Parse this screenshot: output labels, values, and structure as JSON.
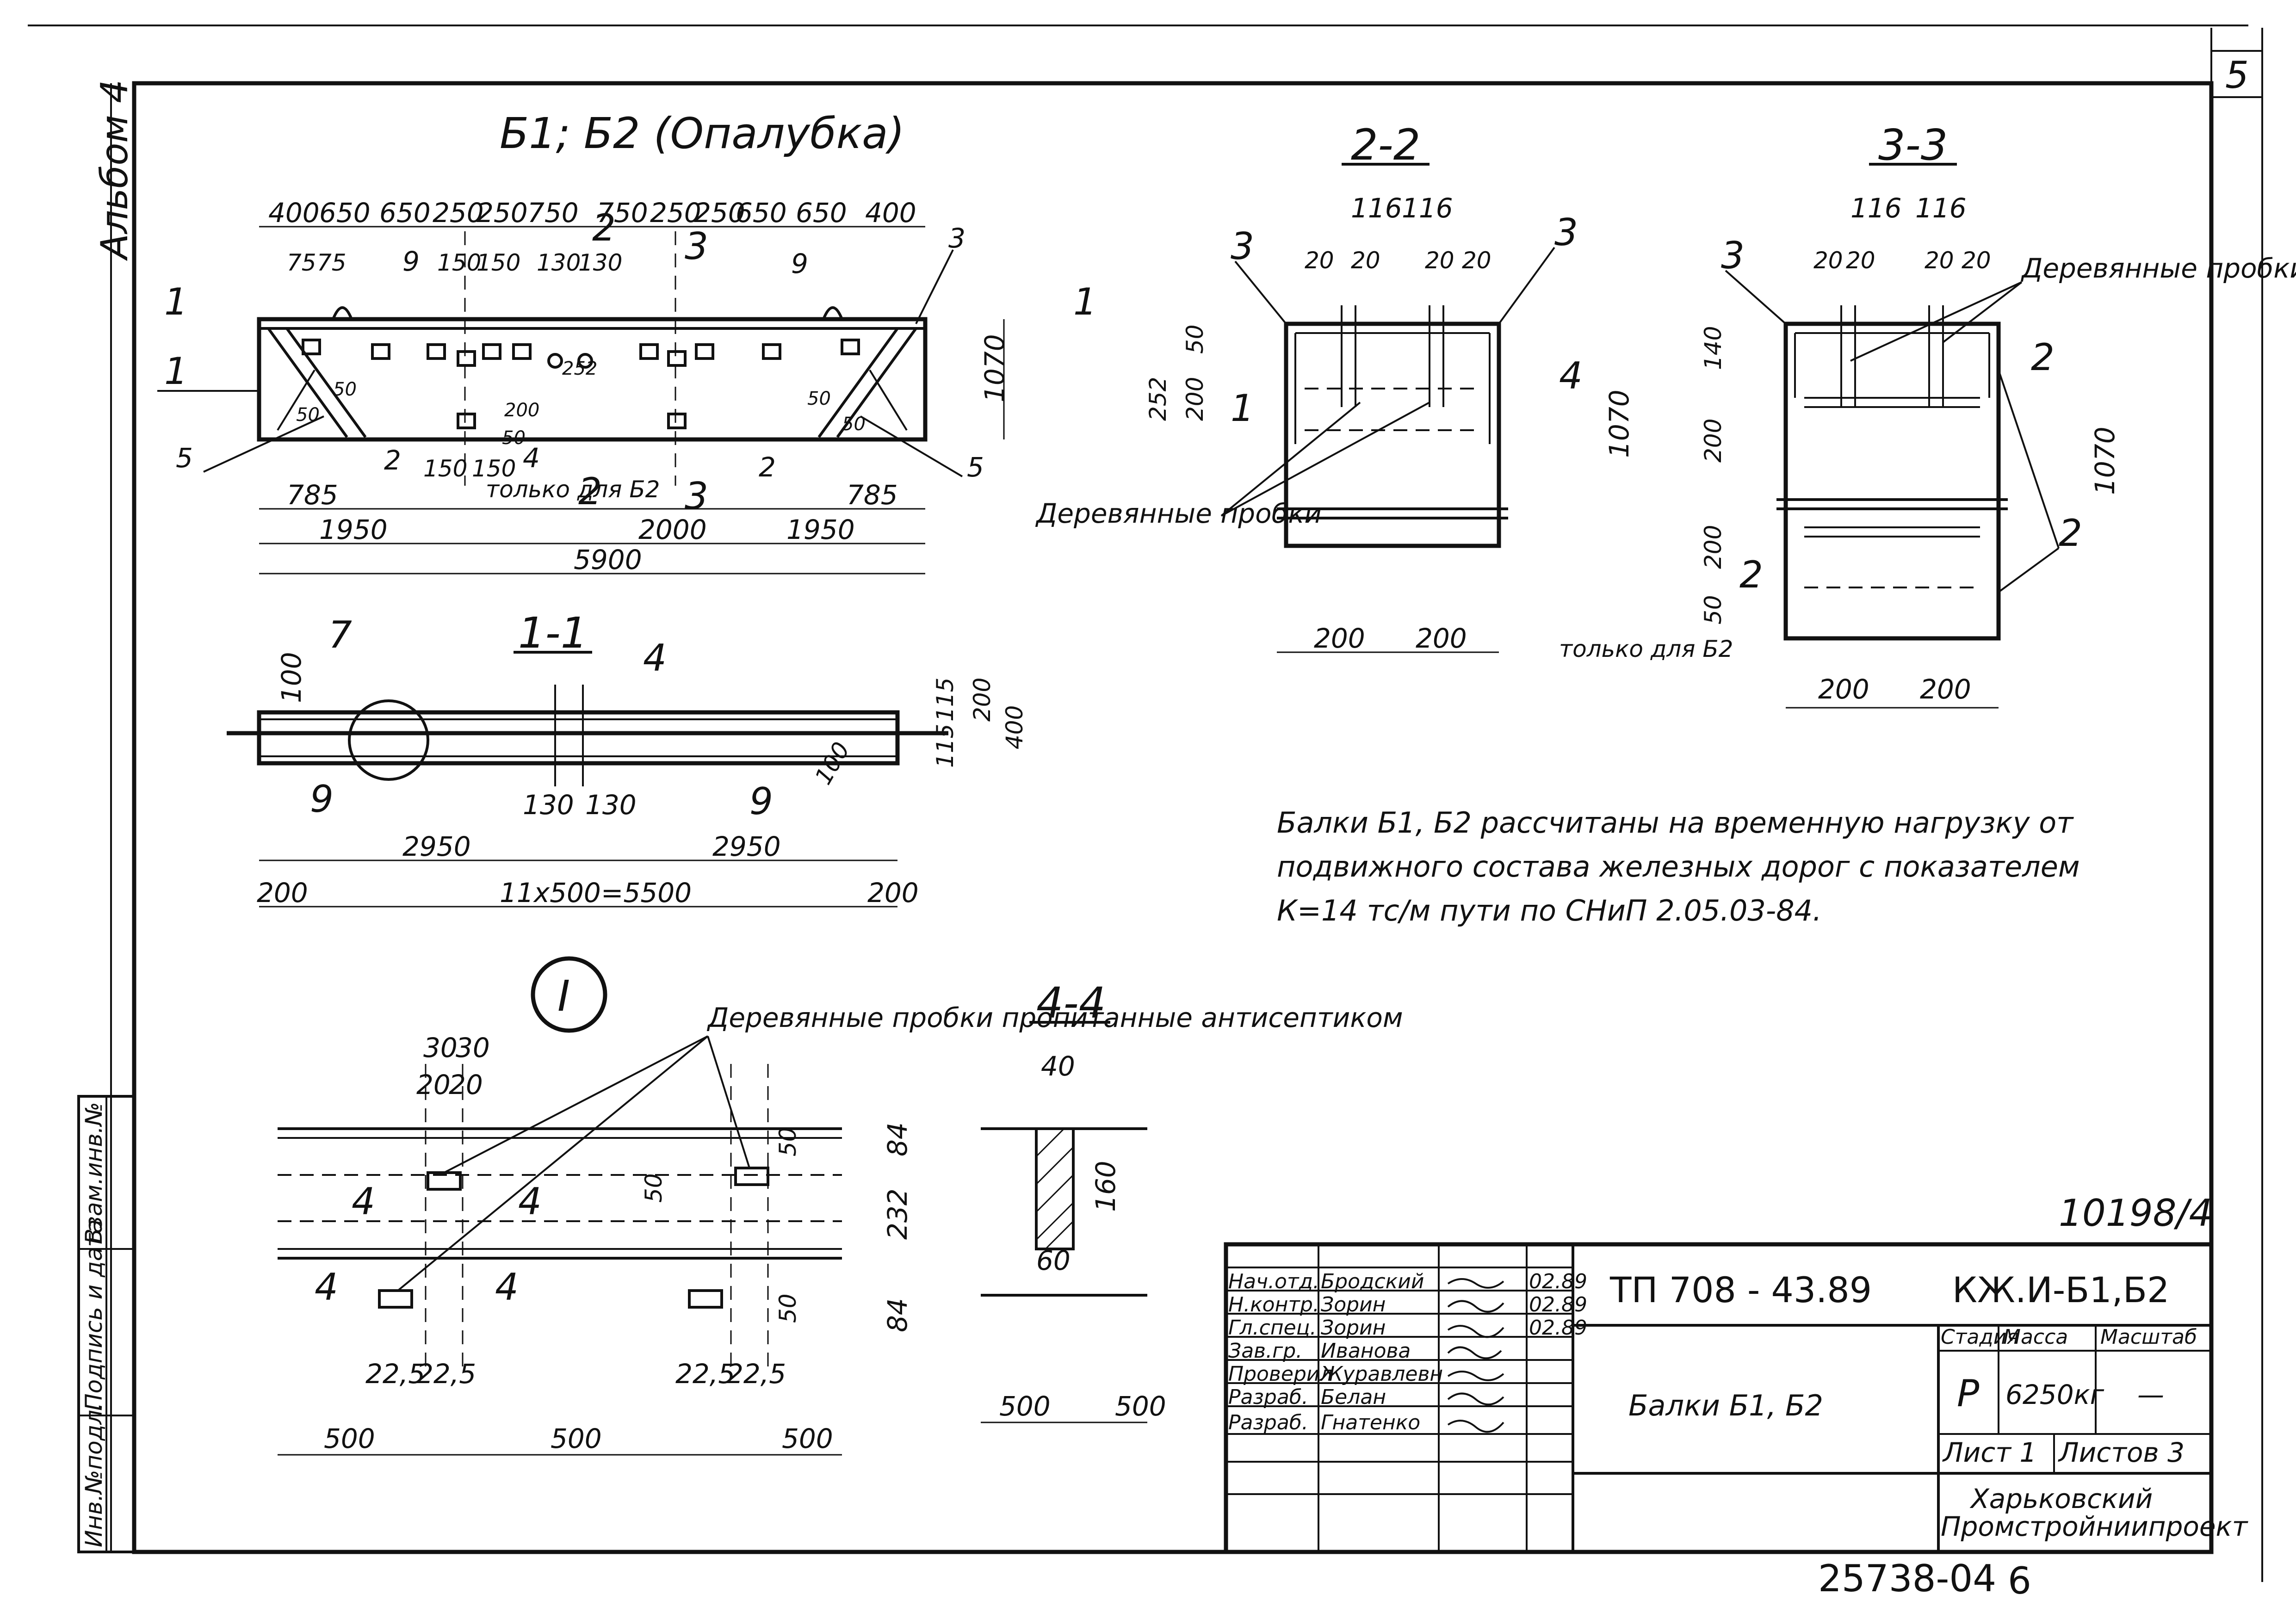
{
  "sheet": {
    "sheet_number": "5",
    "album_label": "Альбом 4",
    "archive_code": "10198/4",
    "bottom_number": "25738-04",
    "bottom_page": "6",
    "side_stamp": [
      "Инв.№подл.",
      "Подпись и дата",
      "Взам.инв.№"
    ]
  },
  "views": {
    "formwork": {
      "title": "Б1; Б2 (Опалубка)",
      "top_dims": [
        "400",
        "650",
        "650",
        "250",
        "250",
        "750",
        "750",
        "250",
        "250",
        "650",
        "650",
        "400"
      ],
      "small_dims": [
        "75",
        "75",
        "150",
        "150",
        "130",
        "130"
      ],
      "bottom_dims": [
        "785",
        "1950",
        "2000",
        "1950",
        "785",
        "5900"
      ],
      "inner_dims": [
        "150",
        "150",
        "50",
        "200",
        "252",
        "50",
        "50",
        "50",
        "50"
      ],
      "height": "1070",
      "section_marks": [
        "1",
        "1",
        "2",
        "2",
        "3",
        "3"
      ],
      "positions": [
        "1",
        "2",
        "2",
        "3",
        "4",
        "5",
        "5",
        "9",
        "9"
      ],
      "note_b2": "только для Б2"
    },
    "section_1_1": {
      "title": "1-1",
      "dims": [
        "100",
        "130",
        "130",
        "2950",
        "2950",
        "200",
        "11х500=5500",
        "200",
        "100",
        "115",
        "200",
        "400",
        "115"
      ],
      "positions": [
        "7",
        "4",
        "9",
        "9"
      ]
    },
    "section_2_2": {
      "title": "2-2",
      "dims": [
        "116",
        "116",
        "20",
        "20",
        "20",
        "20",
        "50",
        "200",
        "252",
        "1070",
        "200",
        "200"
      ],
      "positions": [
        "3",
        "3",
        "1",
        "4"
      ],
      "label_plugs": "Деревянные пробки",
      "note_b2": "только для Б2"
    },
    "section_3_3": {
      "title": "3-3",
      "dims": [
        "116",
        "116",
        "20",
        "20",
        "20",
        "20",
        "140",
        "200",
        "200",
        "50",
        "1070",
        "200",
        "200"
      ],
      "positions": [
        "3",
        "2",
        "2",
        "2"
      ],
      "label_plugs": "Деревянные пробки"
    },
    "detail_I": {
      "title": "I",
      "dims": [
        "30",
        "30",
        "20",
        "20",
        "84",
        "232",
        "84",
        "50",
        "50",
        "50",
        "22,5",
        "22,5",
        "22,5",
        "22,5",
        "500",
        "500",
        "500"
      ],
      "section_marks": [
        "4",
        "4",
        "4",
        "4"
      ],
      "label_plugs": "Деревянные пробки пропитанные антисептиком"
    },
    "section_4_4": {
      "title": "4-4",
      "dims": [
        "40",
        "160",
        "60",
        "500",
        "500"
      ]
    }
  },
  "note": {
    "lines": [
      "Балки Б1, Б2 рассчитаны на временную нагрузку от",
      "подвижного состава железных дорог с показателем",
      "К=14 тс/м пути по СНиП 2.05.03-84."
    ]
  },
  "title_block": {
    "rows": [
      {
        "role": "Нач.отд.",
        "name": "Бродский",
        "date": "02.89"
      },
      {
        "role": "Н.контр.",
        "name": "Зорин",
        "date": "02.89"
      },
      {
        "role": "Гл.спец.",
        "name": "Зорин",
        "date": "02.89"
      },
      {
        "role": "Зав.гр.",
        "name": "Иванова",
        "date": ""
      },
      {
        "role": "Проверил",
        "name": "Журавлевн",
        "date": ""
      },
      {
        "role": "Разраб.",
        "name": "Белан",
        "date": ""
      },
      {
        "role": "Разраб.",
        "name": "Гнатенко",
        "date": ""
      }
    ],
    "project_code": "ТП 708 - 43.89",
    "doc_code": "КЖ.И-Б1,Б2",
    "doc_title": "Балки Б1, Б2",
    "headers": {
      "stage": "Стадия",
      "mass": "Масса",
      "scale": "Масштаб"
    },
    "stage": "Р",
    "mass": "6250кг",
    "scale": "—",
    "sheet_label": "Лист 1",
    "sheets_label": "Листов 3",
    "org": [
      "Харьковский",
      "Промстройниипроект"
    ]
  }
}
